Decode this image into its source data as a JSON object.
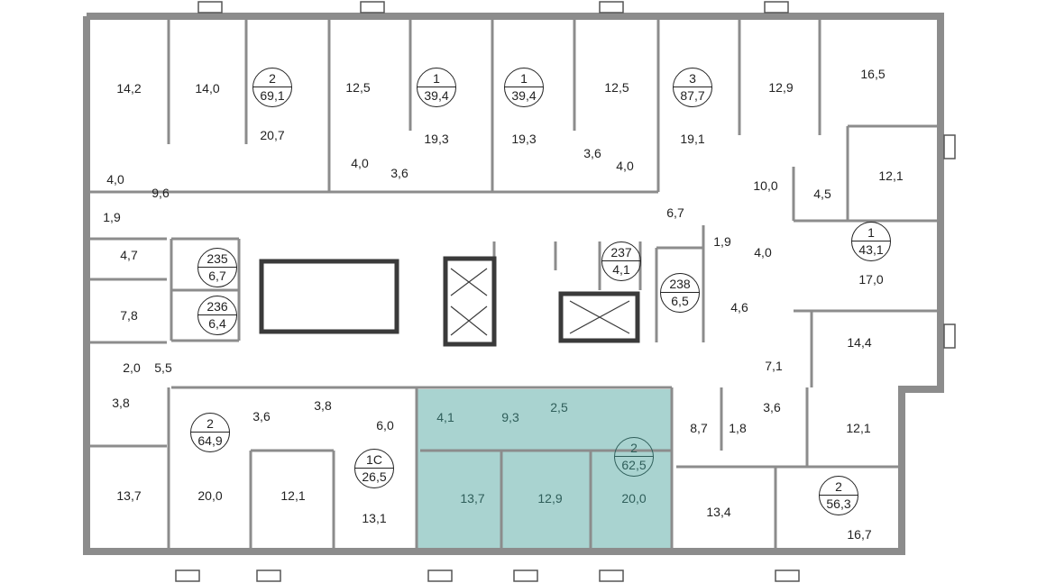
{
  "highlight_color": "#a9d3d0",
  "rooms": [
    "14,2",
    "14,0",
    "20,7",
    "12,5",
    "19,3",
    "19,3",
    "12,5",
    "19,1",
    "12,9",
    "16,5",
    "12,1",
    "10,0",
    "4,5",
    "6,7",
    "4,0",
    "9,6",
    "1,9",
    "4,7",
    "7,8",
    "2,0",
    "5,5",
    "3,8",
    "13,7",
    "20,0",
    "12,1",
    "13,1",
    "3,6",
    "3,8",
    "6,0",
    "4,1",
    "9,3",
    "2,5",
    "13,7",
    "12,9",
    "20,0",
    "8,7",
    "1,8",
    "3,6",
    "12,1",
    "13,4",
    "16,7",
    "14,4",
    "7,1",
    "4,6",
    "17,0",
    "1,9",
    "4,0",
    "3,6",
    "4,0",
    "3,6",
    "4,0"
  ],
  "apartments": [
    {
      "rooms": "2",
      "area": "69,1"
    },
    {
      "rooms": "1",
      "area": "39,4"
    },
    {
      "rooms": "1",
      "area": "39,4"
    },
    {
      "rooms": "3",
      "area": "87,7"
    },
    {
      "rooms": "1",
      "area": "43,1"
    },
    {
      "rooms": "2",
      "area": "64,9"
    },
    {
      "rooms": "1С",
      "area": "26,5"
    },
    {
      "rooms": "2",
      "area": "62,5",
      "selected": true
    },
    {
      "rooms": "2",
      "area": "56,3"
    }
  ],
  "service_rooms": [
    {
      "number": "235",
      "area": "6,7"
    },
    {
      "number": "236",
      "area": "6,4"
    },
    {
      "number": "237",
      "area": "4,1"
    },
    {
      "number": "238",
      "area": "6,5"
    }
  ]
}
